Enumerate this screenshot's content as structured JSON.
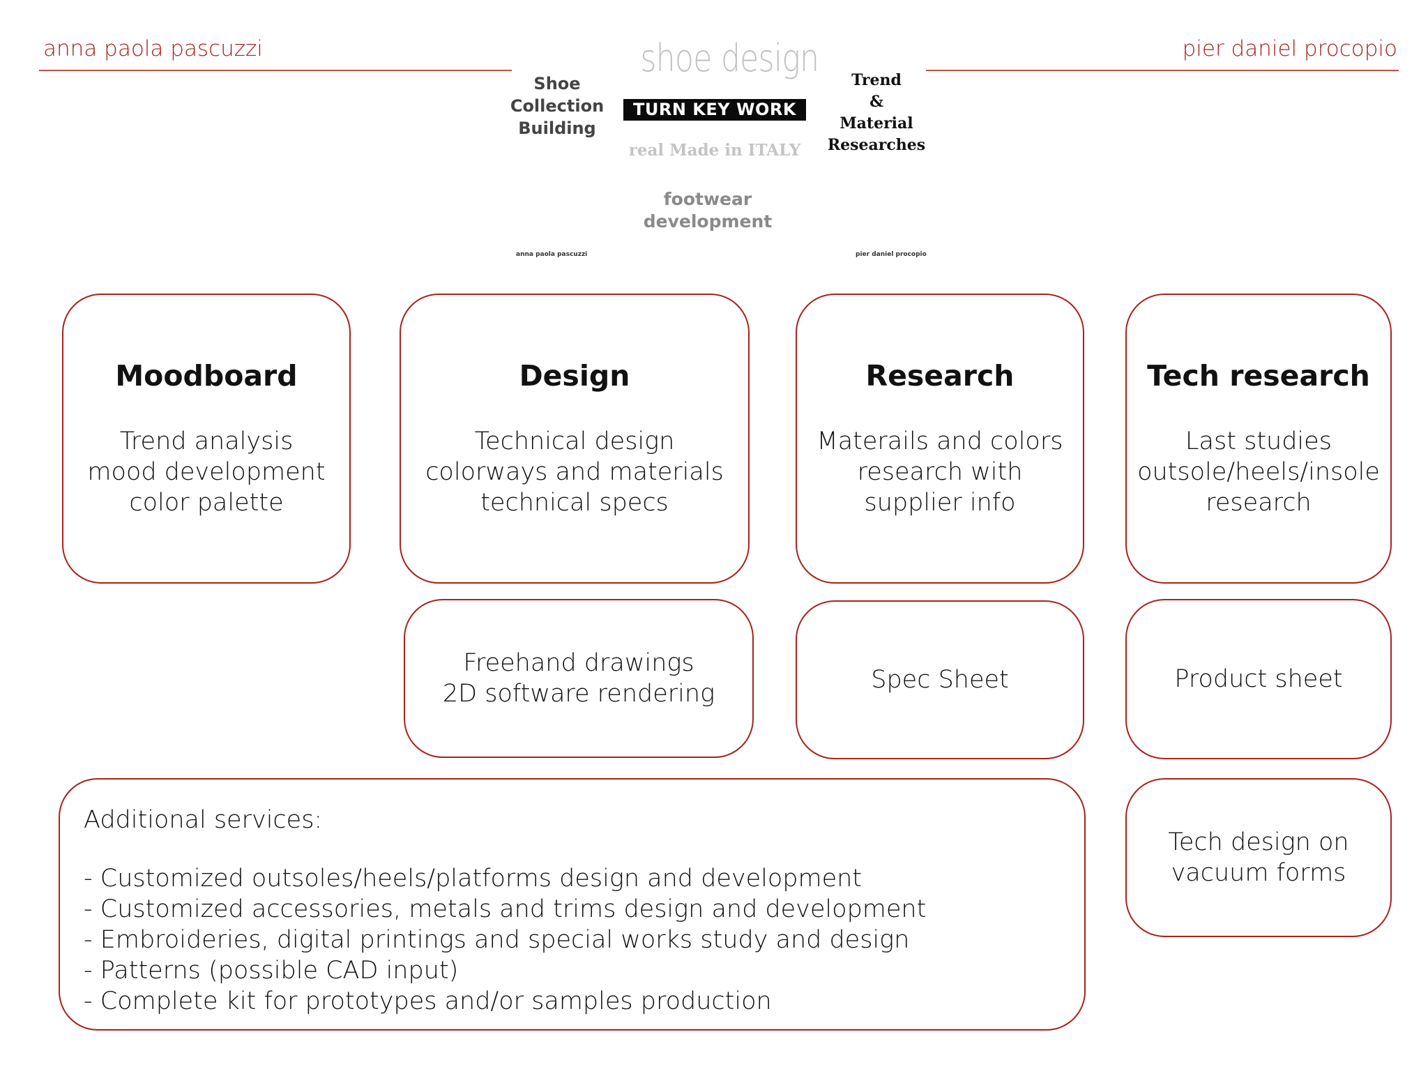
{
  "header": {
    "left_name": "anna paola pascuzzi",
    "right_name": "pier daniel procopio"
  },
  "logo": {
    "shoe_design": "shoe design",
    "collection": [
      "Shoe",
      "Collection",
      "Building"
    ],
    "turn_key": "TURN KEY WORK",
    "made_in_italy": "real Made in ITALY",
    "trend": [
      "Trend",
      "&",
      "Material",
      "Researches"
    ],
    "footwear": [
      "footwear",
      "development"
    ],
    "small_left": "anna paola pascuzzi",
    "small_right": "pier daniel procopio"
  },
  "boxes": {
    "moodboard": {
      "title": "Moodboard",
      "lines": [
        "Trend analysis",
        "mood development",
        "color palette"
      ]
    },
    "design": {
      "title": "Design",
      "lines": [
        "Technical design",
        "colorways and materials",
        "technical specs"
      ]
    },
    "research": {
      "title": "Research",
      "lines": [
        "Materails and colors",
        "research with",
        "supplier info"
      ]
    },
    "tech_research": {
      "title": "Tech research",
      "lines": [
        "Last studies",
        "outsole/heels/insole",
        "research"
      ]
    },
    "freehand": {
      "lines": [
        "Freehand drawings",
        "2D software rendering"
      ]
    },
    "spec_sheet": {
      "lines": [
        "Spec Sheet"
      ]
    },
    "product_sheet": {
      "lines": [
        "Product sheet"
      ]
    },
    "vacuum": {
      "lines": [
        "Tech design on",
        "vacuum forms"
      ]
    },
    "additional": {
      "title": "Additional services:",
      "items": [
        "- Customized outsoles/heels/platforms design and development",
        "- Customized accessories, metals and trims design and development",
        "- Embroideries, digital printings and special works study and design",
        "- Patterns (possible CAD input)",
        "- Complete kit for prototypes and/or samples production"
      ]
    }
  },
  "colors": {
    "accent": "#a8231c",
    "text": "#111111",
    "logo_gray": "#c2c2c2"
  }
}
